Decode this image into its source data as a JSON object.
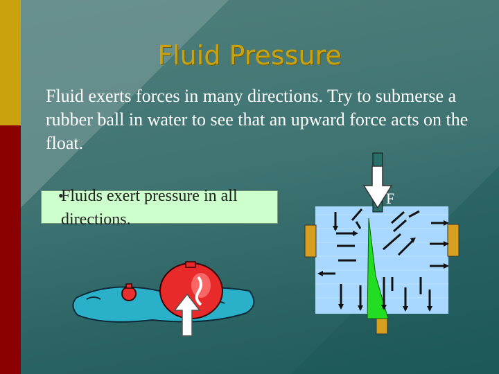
{
  "slide": {
    "title": "Fluid Pressure",
    "body": "Fluid exerts forces in many directions. Try to submerse a rubber ball in water to see that an upward force acts on the float.",
    "bullet": "Fluids exert pressure in all directions.",
    "force_label": "F"
  },
  "colors": {
    "background": "#3f7473",
    "accent_gold": "#c9a20d",
    "accent_red": "#8b0000",
    "bullet_box": "#ccffcc"
  },
  "icons": {
    "float": "red-buoy-illustration",
    "water_container": "pressure-container-diagram"
  }
}
